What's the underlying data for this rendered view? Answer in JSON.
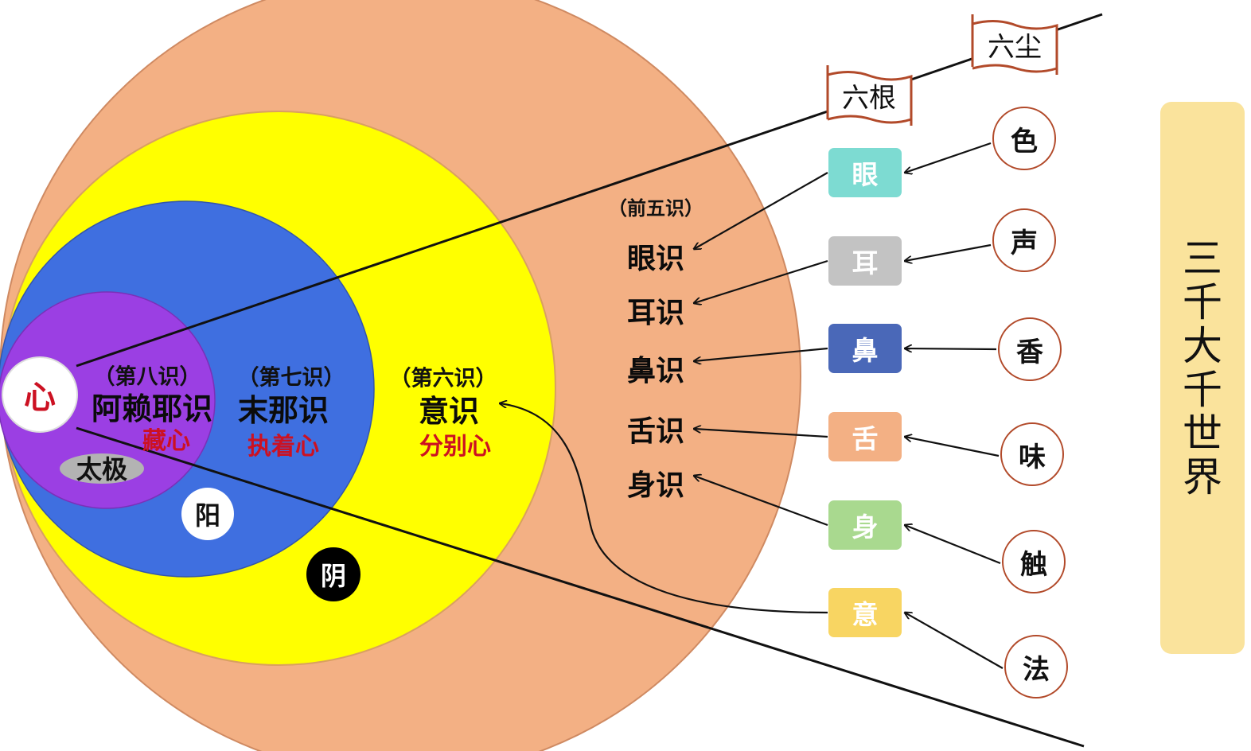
{
  "colors": {
    "outer_circle": "#f3b084",
    "sixth_circle": "#ffff00",
    "seventh_circle": "#3f6fe0",
    "eighth_circle": "#9b3fe3",
    "taiji_oval": "#b3b3b3",
    "heart_text": "#cc1122",
    "world_panel": "#fae39c"
  },
  "heart": {
    "label": "心"
  },
  "consciousness": {
    "eighth": {
      "paren": "（第八识）",
      "name": "阿赖耶识",
      "desc": "藏心"
    },
    "seventh": {
      "paren": "（第七识）",
      "name": "末那识",
      "desc": "执着心"
    },
    "sixth": {
      "paren": "（第六识）",
      "name": "意识",
      "desc": "分别心"
    }
  },
  "taiji": "太极",
  "yang": "阳",
  "yin": "阴",
  "first_five": {
    "title": "（前五识）",
    "items": [
      "眼识",
      "耳识",
      "鼻识",
      "舌识",
      "身识"
    ]
  },
  "flags": {
    "six_roots": "六根",
    "six_dusts": "六尘"
  },
  "six_roots": [
    {
      "label": "眼",
      "color": "#7ddbd2"
    },
    {
      "label": "耳",
      "color": "#c3c3c3"
    },
    {
      "label": "鼻",
      "color": "#4a68b8"
    },
    {
      "label": "舌",
      "color": "#f3b084"
    },
    {
      "label": "身",
      "color": "#a9d98f"
    },
    {
      "label": "意",
      "color": "#f8d562"
    }
  ],
  "six_dusts": [
    "色",
    "声",
    "香",
    "味",
    "触",
    "法"
  ],
  "world": "三千大千世界"
}
